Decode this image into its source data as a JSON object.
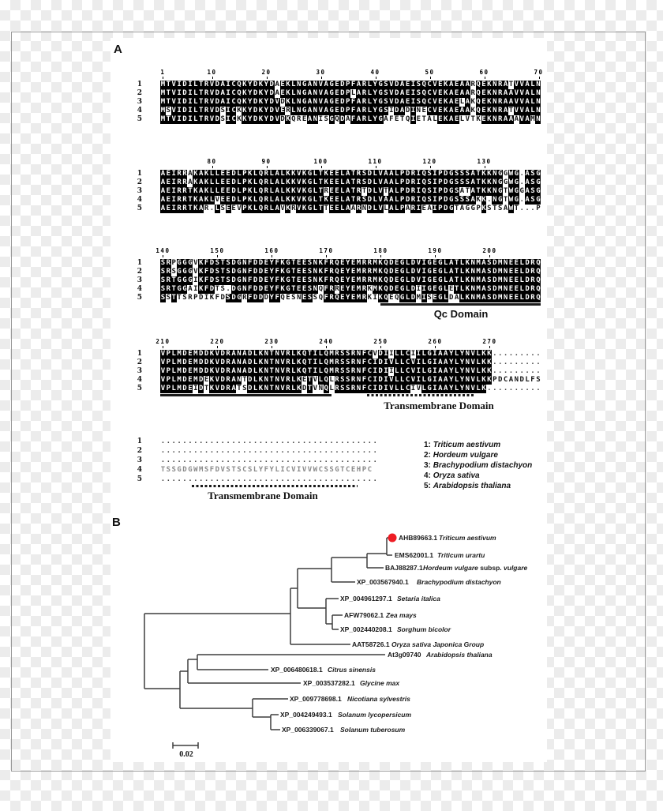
{
  "panels": {
    "a": "A",
    "b": "B"
  },
  "colors": {
    "conserved_bg": "#000000",
    "conserved_text": "#ffffff",
    "marker_red": "#ee1c24",
    "tree_line": "#3d3d3d",
    "checker_gray": "#ececec"
  },
  "alignment": {
    "row_ids": [
      "1",
      "2",
      "3",
      "4",
      "5"
    ],
    "blocks": [
      {
        "ticks": [
          [
            "1",
            0
          ],
          [
            "10",
            9
          ],
          [
            "20",
            19
          ],
          [
            "30",
            29
          ],
          [
            "40",
            39
          ],
          [
            "50",
            49
          ],
          [
            "60",
            59
          ],
          [
            "70",
            69
          ]
        ],
        "rows": [
          "MTVIDILTRVDAICQKYDKYDAEKLNGANVAGEDPFARLYGSVDAEISQCVEKAEAARQEKNRATVVALN",
          "MTVIDILTRVDAICQKYDKYDAEKLNGANVAGEDPLARLYGSVDAEISQCVEKAEAARQEKNRAAVVALN",
          "MTVIDILTRVDAICQKYDKYDVDKLNGANVAGEDPFARLYGSVDAEISQCVEKAELAKQEKNRAAVVALN",
          "MSVIDILTRVDSICKKYDKYDVERLNGANVAGEDPFARLYGSIDADINECVEKAEAAKQEKNRATVVALN",
          "MTVIDILTRVDSICKKYDKYDVDKQREANISGQDAFARLYGAFETQIETALEKAELVTKEKNRAAAVAMN"
        ]
      },
      {
        "ticks": [
          [
            "80",
            9
          ],
          [
            "90",
            19
          ],
          [
            "100",
            29
          ],
          [
            "110",
            39
          ],
          [
            "120",
            49
          ],
          [
            "130",
            59
          ]
        ],
        "rows": [
          "AEIRRAKAKLLEEDLPKLQRLALKKVKGLTKEELATRSDLVAALPDRIQSIPDGSSSATKKNGGWG.ASG",
          "AEIRRAKAKLLEEDLPKLQRLALKKVKGLTKEELATRSDLVAALPDRIQSIPDGSSSATKKNGGWG.ASG",
          "AEIRRTKAKLLEEDLPKLQRLALKKVKGLTREELATRTDLVTALPDRIQSIPDGSATATKKNGTWGGASG",
          "AEIRRTKAKLVEEDLPKLQRLALKKVKGLTKEELATRSDLVAALPDRIQSIPDGSSSAKK.NGTWG.ASG",
          "AEIRRTKAR.LSEEVPKLQRLAVKRVKGLTTEELAARNDLVLALPARIEAIPDGTAGGPKSTSAWT...P"
        ]
      },
      {
        "ticks": [
          [
            "140",
            0
          ],
          [
            "150",
            10
          ],
          [
            "160",
            20
          ],
          [
            "170",
            30
          ],
          [
            "180",
            40
          ],
          [
            "190",
            50
          ],
          [
            "200",
            60
          ]
        ],
        "rows": [
          "SRPGGGVKFDSTSDGNFDDEYFKGTEESNKFRQEYEMRRMKQDEGLDVIGEGLATLKNMASDMNEELDRQ",
          "SRSGGGVKFDSTSDGNFDDEYFKGTEESNKFRQEYEMRRMKQDEGLDVIGEGLATLKNMASDMNEELDRQ",
          "SRTGGGIKFDSTSDGNFDDEYFKGTEESNKFRQEYEMRRMKQDEGLDVIGEGLATLKNMASDMNEELDRQ",
          "SRTGGAIKFDTS.DGNFDDEYFKGTEESNQFRREYEMRKMKQDEGLDIIGEGLETLKNMASDMNEELDRQ",
          "SSTTSRPDIKFDSDGRFDDDYFQESNESSQFRQEYEMRKIKQEQGLDMISEGLDALKNMASDMNEELDRQ"
        ]
      },
      {
        "ticks": [
          [
            "210",
            0
          ],
          [
            "220",
            10
          ],
          [
            "230",
            20
          ],
          [
            "240",
            30
          ],
          [
            "250",
            40
          ],
          [
            "260",
            50
          ],
          [
            "270",
            60
          ]
        ],
        "rows": [
          "VPLMDEMDDKVDRANADLKNTNVRLKQTILQMRSSRNFCVDIILLCIILGIAAYLYNVLKK.........",
          "VPLMDEMDDKVDRANADLKNTNVRLKQTILQMRSSRNFCIDIVLLCVILGIAAYLYNVLKK.........",
          "VPLMDEMDDKVDRANADLKNTNVRLKQTILQMRSSRNFCIDIILLCVILGIAAYLYNVLKK.........",
          "VPLMDEMDEKVDRANTDLKNTNVRLKETVLQLRSSRNFCIDIVLLCVILGIAAYLYNVLKKPDCANDLFS",
          "VPLMDEIDTKVDRATSDLKNTNVRLKDTVNQLRSSRNFCIDIVLLCIVLGIAAYLYNVLK.........."
        ]
      }
    ],
    "tail_block": {
      "rows": [
        "........................................",
        "........................................",
        "........................................",
        "TSSGDGWMSFDVSTSCSLYFYLICVIVVWCSSGTCEHPC",
        "........................................"
      ]
    },
    "domains": {
      "qc": "Qc Domain",
      "tm1": "Transmembrane Domain",
      "tm2": "Transmembrane Domain"
    }
  },
  "legend": {
    "items": [
      [
        "1:",
        "Triticum aestivum"
      ],
      [
        "2:",
        "Hordeum vulgare"
      ],
      [
        "3:",
        "Brachypodium distachyon"
      ],
      [
        "4:",
        "Oryza sativa"
      ],
      [
        "5:",
        "Arabidopsis thaliana"
      ]
    ]
  },
  "tree": {
    "leaves": [
      {
        "acc": "AHB89663.1",
        "species": "Triticum aestivum",
        "marked": true
      },
      {
        "acc": "EMS62001.1",
        "species": "Triticum urartu"
      },
      {
        "acc": "BAJ88287.1",
        "species": "Hordeum vulgare subsp. vulgare"
      },
      {
        "acc": "XP_003567940.1",
        "species": "Brachypodium distachyon"
      },
      {
        "acc": "XP_004961297.1",
        "species": "Setaria italica"
      },
      {
        "acc": "AFW79062.1",
        "species": "Zea mays"
      },
      {
        "acc": "XP_002440208.1",
        "species": "Sorghum bicolor"
      },
      {
        "acc": "AAT58726.1",
        "species": "Oryza sativa Japonica Group"
      },
      {
        "acc": "At3g09740",
        "species": "Arabidopsis thaliana"
      },
      {
        "acc": "XP_006480618.1",
        "species": "Citrus sinensis"
      },
      {
        "acc": "XP_003537282.1",
        "species": "Glycine max"
      },
      {
        "acc": "XP_009778698.1",
        "species": "Nicotiana sylvestris"
      },
      {
        "acc": "XP_004249493.1",
        "species": "Solanum lycopersicum"
      },
      {
        "acc": "XP_006339067.1",
        "species": "Solanum tuberosum"
      }
    ],
    "scale_label": "0.02"
  }
}
